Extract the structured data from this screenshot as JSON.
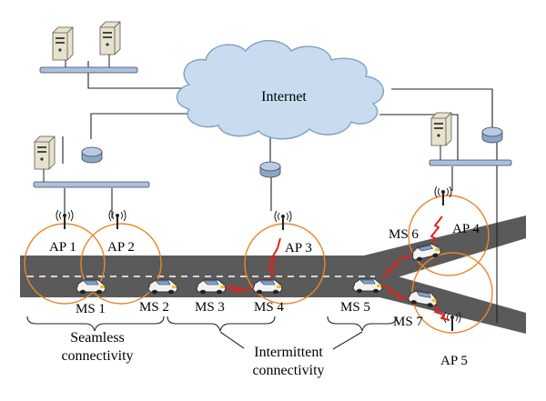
{
  "internet_label": "Internet",
  "access_points": [
    {
      "id": "ap1",
      "label": "AP 1"
    },
    {
      "id": "ap2",
      "label": "AP 2"
    },
    {
      "id": "ap3",
      "label": "AP 3"
    },
    {
      "id": "ap4",
      "label": "AP 4"
    },
    {
      "id": "ap5",
      "label": "AP 5"
    }
  ],
  "mobile_stations": [
    {
      "id": "ms1",
      "label": "MS 1"
    },
    {
      "id": "ms2",
      "label": "MS 2"
    },
    {
      "id": "ms3",
      "label": "MS 3"
    },
    {
      "id": "ms4",
      "label": "MS 4"
    },
    {
      "id": "ms5",
      "label": "MS 5"
    },
    {
      "id": "ms6",
      "label": "MS 6"
    },
    {
      "id": "ms7",
      "label": "MS 7"
    }
  ],
  "groups": {
    "seamless": {
      "line1": "Seamless",
      "line2": "connectivity"
    },
    "intermittent": {
      "line1": "Intermittent",
      "line2": "connectivity"
    }
  },
  "colors": {
    "road": "#5a5a5a",
    "lane_mark": "#ffffff",
    "coverage": "#e8872a",
    "cloud_fill": "#c9dcef",
    "cloud_stroke": "#7f9fbf",
    "bus_fill": "#a9c1dd",
    "router_fill": "#a9c1dd",
    "server_fill": "#e8e2cc",
    "wireless_link": "#e8201a",
    "car_body": "#f2f2f2"
  }
}
